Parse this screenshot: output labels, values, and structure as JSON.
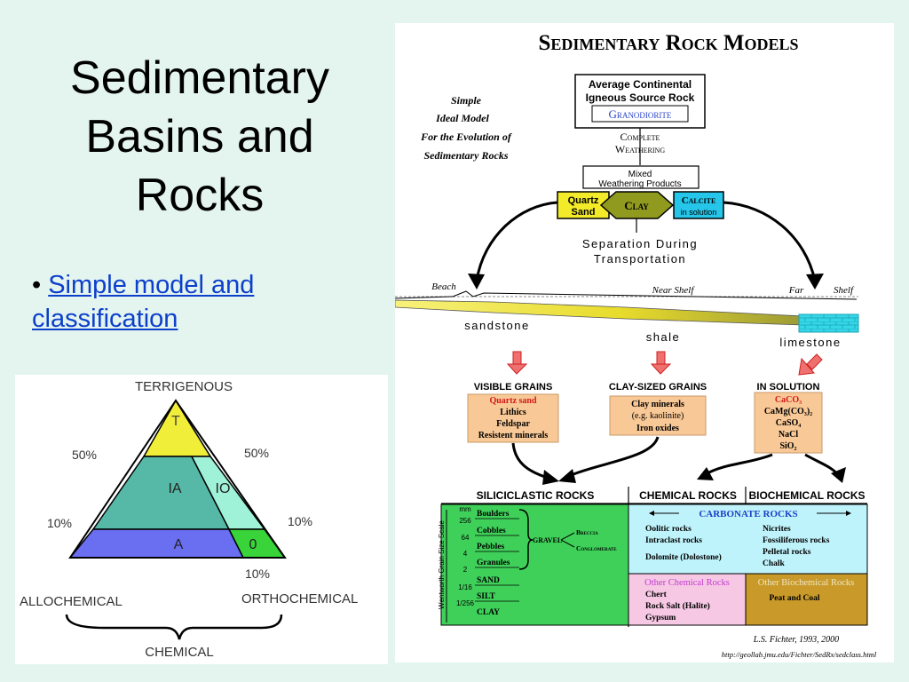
{
  "slide": {
    "title_lines": [
      "Sedimentary",
      "Basins and",
      "Rocks"
    ],
    "bullet_marker": "•",
    "bullet_link_line1": "Simple model and",
    "bullet_link_line2": "classification"
  },
  "triangle": {
    "apex_label": "TERRIGENOUS",
    "left_label": "ALLOCHEMICAL",
    "right_label": "ORTHOCHEMICAL",
    "bottom_label": "CHEMICAL",
    "pct_left_50": "50%",
    "pct_right_50": "50%",
    "pct_left_10": "10%",
    "pct_right_10": "10%",
    "pct_bottom_10": "10%",
    "zone_t": "T",
    "zone_ia": "IA",
    "zone_io": "IO",
    "zone_a": "A",
    "zone_o": "0",
    "colors": {
      "t": "#f1ee3a",
      "ia": "#56b8a7",
      "io": "#9ff2d8",
      "a": "#6a6ef0",
      "o": "#39d33a"
    }
  },
  "model": {
    "title": "Sedimentary Rock Models",
    "subtitle_lines": [
      "Simple",
      "Ideal Model",
      "For the Evolution of",
      "Sedimentary Rocks"
    ],
    "source_line1": "Average Continental",
    "source_line2": "Igneous Source Rock",
    "granodiorite": "Granodiorite",
    "weathering_line1": "Complete",
    "weathering_line2": "Weathering",
    "mixed_line1": "Mixed",
    "mixed_line2": "Weathering Products",
    "quartz_line1": "Quartz",
    "quartz_line2": "Sand",
    "clay": "Clay",
    "calcite_line1": "Calcite",
    "calcite_line2": "in solution",
    "separation_line1": "Separation During",
    "separation_line2": "Transportation",
    "beach": "Beach",
    "near_shelf": "Near Shelf",
    "far": "Far",
    "shelf": "Shelf",
    "sandstone": "sandstone",
    "shale": "shale",
    "limestone": "limestone",
    "visible_grains": "VISIBLE GRAINS",
    "clay_sized": "CLAY-SIZED GRAINS",
    "in_solution": "IN SOLUTION",
    "vg_items": [
      "Quartz sand",
      "Lithics",
      "Feldspar",
      "Resistent minerals"
    ],
    "cs_items": [
      "Clay minerals",
      "(e.g. kaolinite)",
      "Iron oxides"
    ],
    "is_items": [
      "CaCO₃",
      "CaMg(CO₃)₂",
      "CaSO₄",
      "NaCl",
      "SiO₂"
    ],
    "siliciclastic": "SILICICLASTIC ROCKS",
    "chemical_rocks": "CHEMICAL ROCKS",
    "biochemical_rocks": "BIOCHEMICAL ROCKS",
    "scale_label": "Wentworth Grain Size Scale",
    "mm": "mm",
    "sizes": [
      "256",
      "64",
      "4",
      "2",
      "1/16",
      "1/256"
    ],
    "grains": [
      "Boulders",
      "Cobbles",
      "Pebbles",
      "Granules",
      "SAND",
      "SILT",
      "CLAY"
    ],
    "gravel": "GRAVEL",
    "breccia": "Breccia",
    "conglomerate": "Conglomerate",
    "carbonate_rocks": "CARBONATE ROCKS",
    "chem_carb": [
      "Oolitic rocks",
      "Intraclast rocks",
      "Dolomite (Dolostone)"
    ],
    "bio_carb": [
      "Nicrites",
      "Fossiliferous rocks",
      "Pelletal rocks",
      "Chalk"
    ],
    "other_chem": "Other Chemical Rocks",
    "other_bio": "Other Biochemical Rocks",
    "other_chem_items": [
      "Chert",
      "Rock Salt (Halite)",
      "Gypsum"
    ],
    "peat_coal": "Peat and Coal",
    "credit": "L.S. Fichter, 1993, 2000",
    "url": "http://geollab.jmu.edu/Fichter/SedRx/sedclass.html"
  }
}
